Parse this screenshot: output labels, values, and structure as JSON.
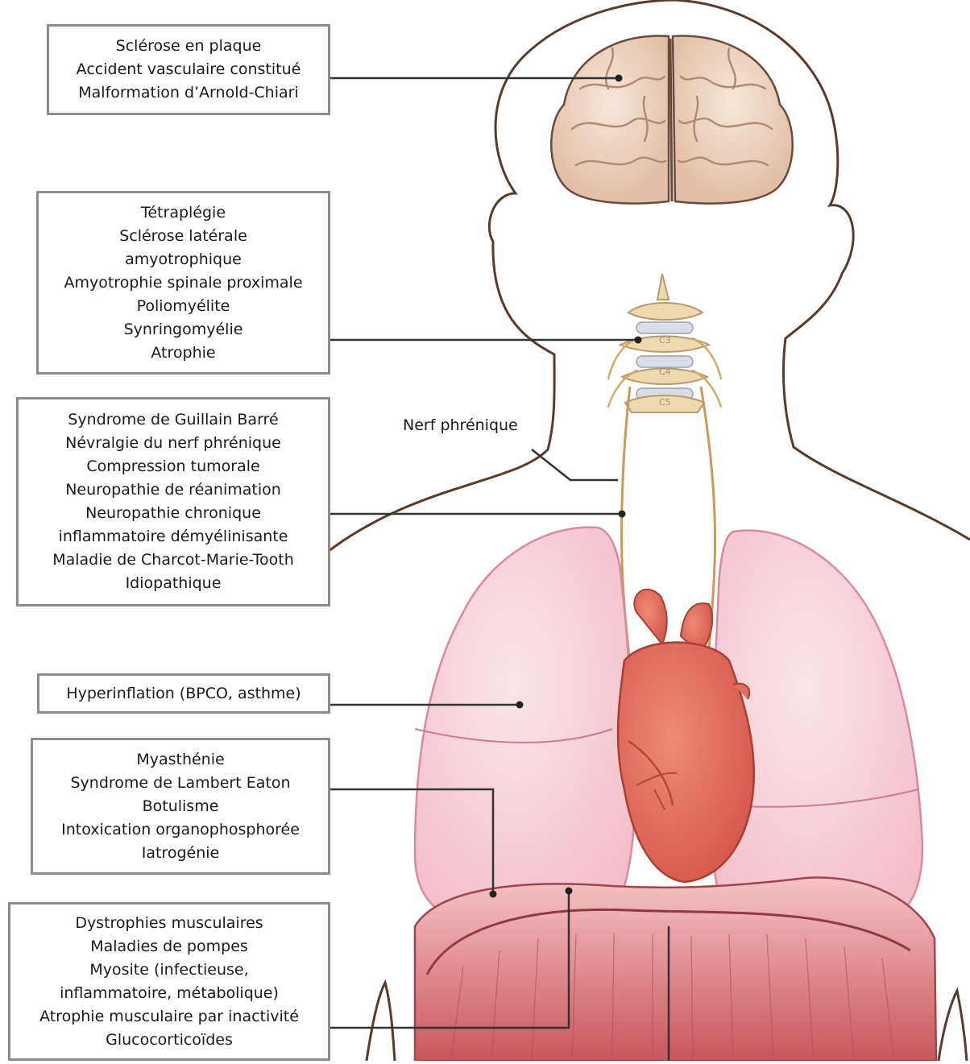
{
  "boxes": {
    "brain": [
      "Sclérose en plaque",
      "Accident vasculaire constitué",
      "Malformation d’Arnold-Chiari"
    ],
    "spinal": [
      "Tétraplégie",
      "Sclérose latérale",
      "amyotrophique",
      "Amyotrophie spinale proximale",
      "Poliomyélite",
      "Synringomyélie",
      "Atrophie"
    ],
    "nerve": [
      "Syndrome de Guillain Barré",
      "Névralgie du nerf phrénique",
      "Compression tumorale",
      "Neuropathie de réanimation",
      "Neuropathie chronique",
      "inflammatoire démyélinisante",
      "Maladie de Charcot-Marie-Tooth",
      "Idiopathique"
    ],
    "lung": [
      "Hyperinflation (BPCO, asthme)"
    ],
    "junction": [
      "Myasthénie",
      "Syndrome de Lambert Eaton",
      "Botulisme",
      "Intoxication organophosphorée",
      "Iatrogénie"
    ],
    "muscle": [
      "Dystrophies musculaires",
      "Maladies de pompes",
      "Myosite (infectieuse,",
      "inflammatoire, métabolique)",
      "Atrophie musculaire par inactivité",
      "Glucocorticoïdes"
    ]
  },
  "nerve_label": "Nerf phrénique",
  "vertebrae": [
    "C3",
    "C4",
    "C5"
  ],
  "colors": {
    "outline": "#5a3a2a",
    "box_border": "#8c8c8c",
    "leader": "#333333",
    "lung_fill": "#f6c9d3",
    "heart_fill": "#e56b5b",
    "diaphragm_fill": "#d9656a",
    "brain_fill": "#f3dccb",
    "spine_fill": "#efd9b0"
  }
}
